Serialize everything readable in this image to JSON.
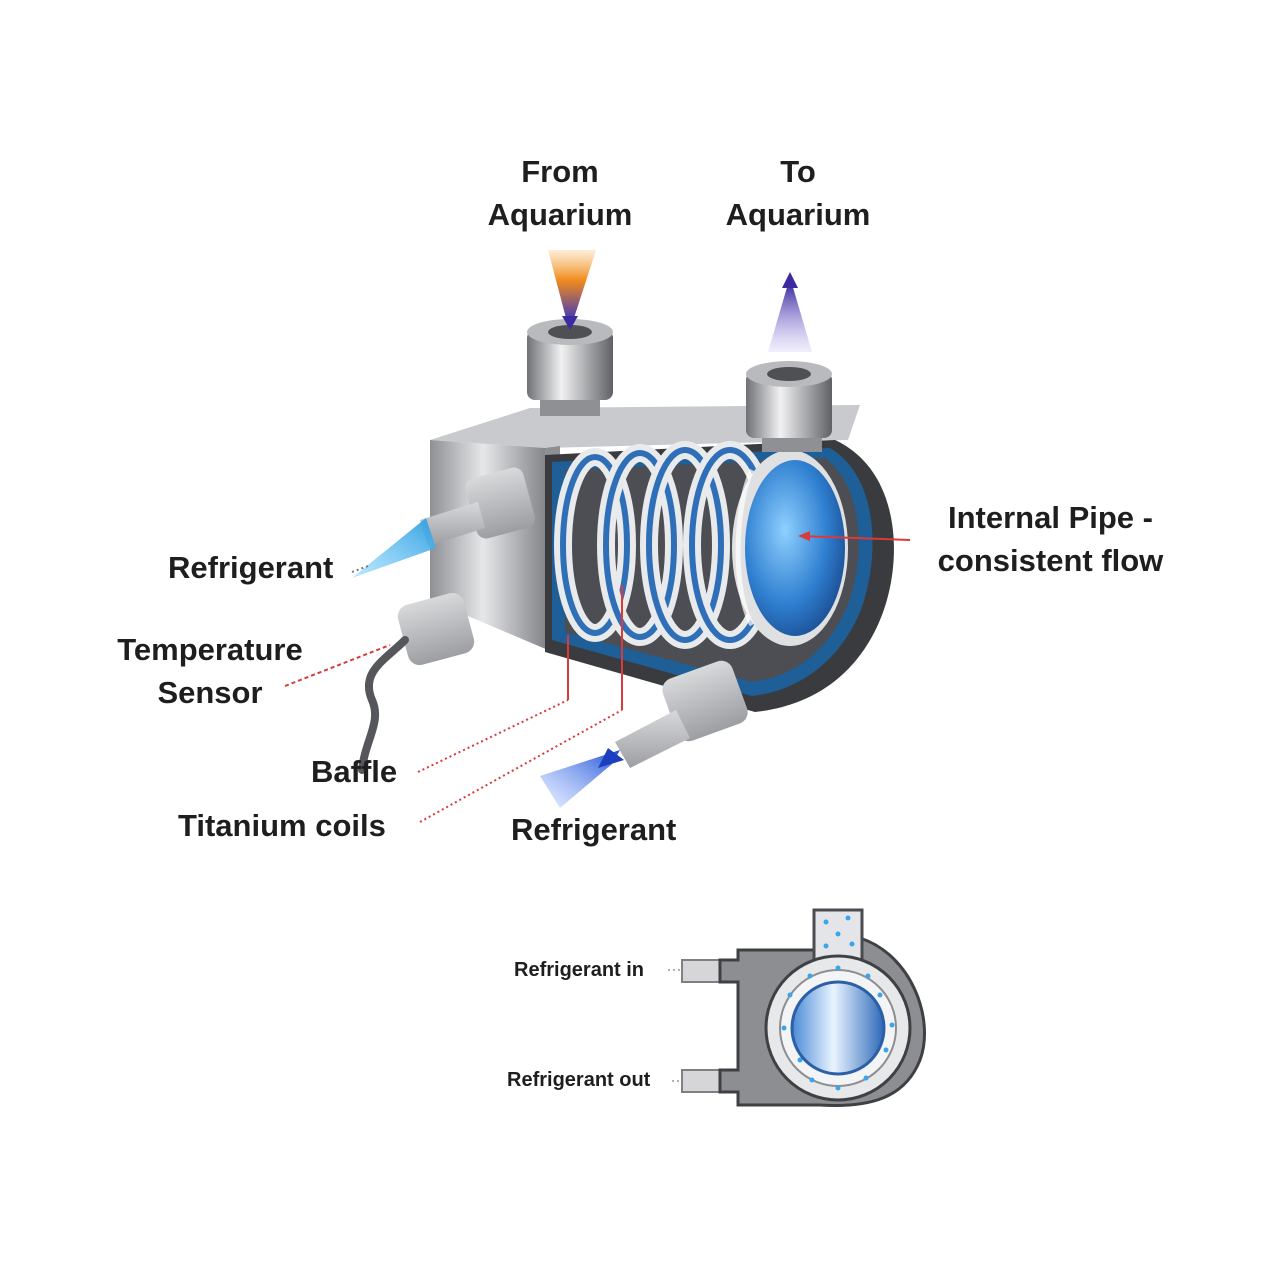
{
  "labels": {
    "from_aquarium": [
      "From",
      "Aquarium"
    ],
    "to_aquarium": [
      "To",
      "Aquarium"
    ],
    "internal_pipe": [
      "Internal Pipe -",
      "consistent flow"
    ],
    "refrigerant_left": "Refrigerant",
    "temperature_sensor": [
      "Temperature",
      "Sensor"
    ],
    "baffle": "Baffle",
    "titanium_coils": "Titanium coils",
    "refrigerant_bottom": "Refrigerant",
    "refrigerant_in": "Refrigerant in",
    "refrigerant_out": "Refrigerant out"
  },
  "colors": {
    "leader_line": "#d93a3a",
    "steel": "#a9aaad",
    "steel_dark": "#6c6e72",
    "water_blue": "#3f8fd8",
    "refrigerant_cyan": "#46b7ea",
    "flow_orange": "#f08a1c",
    "flow_purple": "#5a3fb4"
  }
}
